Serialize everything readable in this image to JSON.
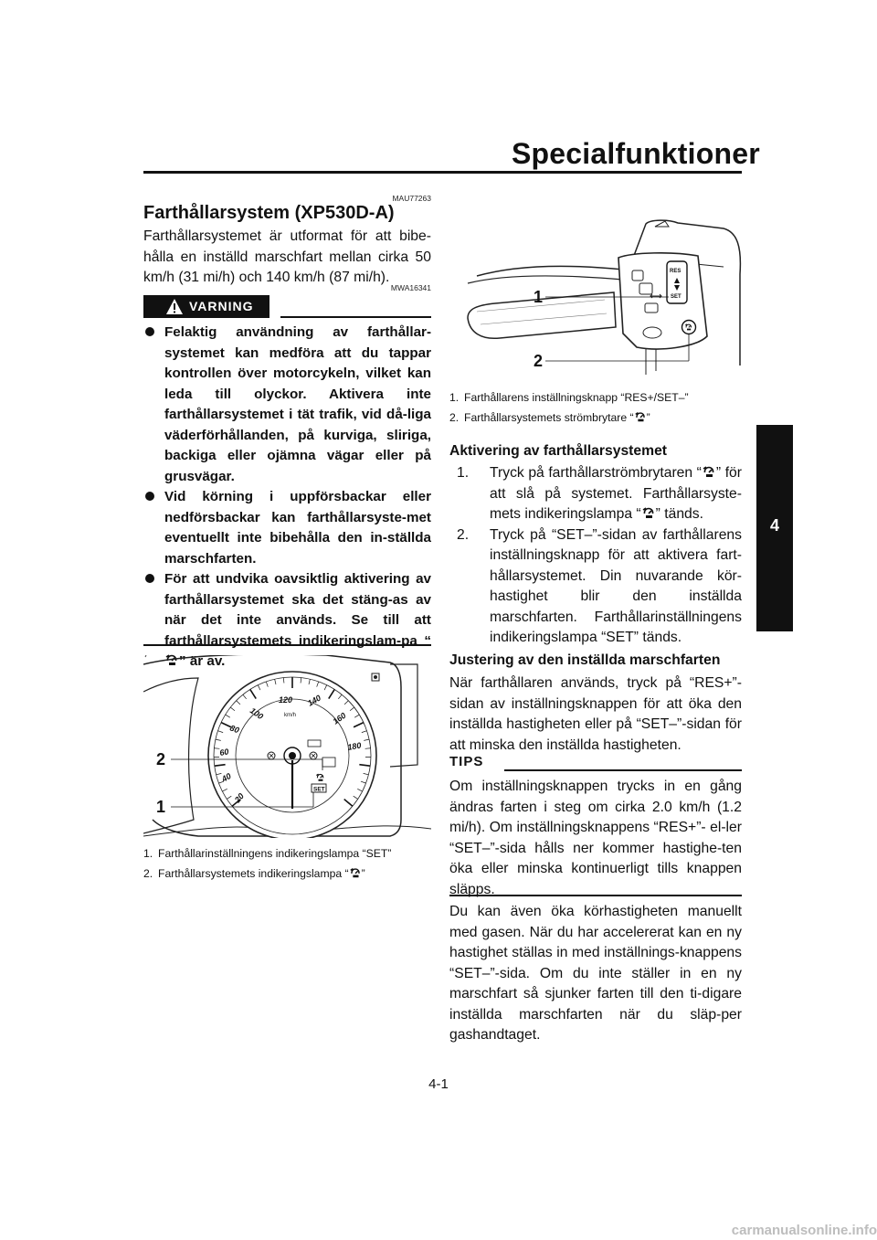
{
  "header": {
    "title": "Specialfunktioner",
    "chapter_tab": "4"
  },
  "section": {
    "code": "MAU77263",
    "title": "Farthållarsystem (XP530D-A)",
    "intro": "Farthållarsystemet är utformat för att bibe-hålla en inställd marschfart mellan cirka 50 km/h (31 mi/h) och 140 km/h (87 mi/h)."
  },
  "warning": {
    "code": "MWA16341",
    "label": "VARNING",
    "items": [
      "Felaktig användning av farthållar-systemet kan medföra att du tappar kontrollen över motorcykeln, vilket kan leda till olyckor. Aktivera inte farthållarsystemet i tät trafik, vid då-liga väderförhållanden, på kurviga, sliriga, backiga eller ojämna vägar eller på grusvägar.",
      "Vid körning i uppförsbackar eller nedförsbackar kan farthållarsyste-met eventuellt inte bibehålla den in-ställda marschfarten."
    ],
    "item3_before": "För att undvika oavsiktlig aktivering av farthållarsystemet ska det stäng-as av när det inte används. Se till att farthållarsystemets indikeringslam-pa “",
    "item3_after": "” är av."
  },
  "figure1": {
    "callouts": [
      "2",
      "1"
    ],
    "gauge_unit": "km/h",
    "gauge_ticks": [
      "20",
      "40",
      "60",
      "80",
      "100",
      "120",
      "140",
      "160",
      "180"
    ],
    "indicator_set": "SET",
    "captions": [
      {
        "num": "1.",
        "text": "Farthållarinställningens indikeringslampa “SET”"
      },
      {
        "num": "2.",
        "text_before": "Farthållarsystemets indikeringslampa “",
        "text_after": "”"
      }
    ]
  },
  "figure2": {
    "callouts": [
      "1",
      "2"
    ],
    "switch_labels": [
      "RES",
      "SET"
    ],
    "captions": [
      {
        "num": "1.",
        "text": "Farthållarens inställningsknapp “RES+/SET–”"
      },
      {
        "num": "2.",
        "text_before": "Farthållarsystemets strömbrytare “",
        "text_after": "”"
      }
    ]
  },
  "activation": {
    "title": "Aktivering av farthållarsystemet",
    "steps": [
      {
        "num": "1.",
        "p1": "Tryck på farthållarströmbrytaren “",
        "p2": "” för att slå på systemet. Farthållarsyste-mets indikeringslampa “",
        "p3": "” tänds."
      },
      {
        "num": "2.",
        "text": "Tryck på “SET–”-sidan av farthållarens inställningsknapp för att aktivera fart-hållarsystemet. Din nuvarande kör-hastighet blir den inställda marschfarten. Farthållarinställningens indikeringslampa “SET” tänds."
      }
    ]
  },
  "adjust": {
    "title": "Justering av den inställda marschfarten",
    "body": "När farthållaren används, tryck på “RES+”-sidan av inställningsknappen för att öka den inställda hastigheten eller på “SET–”-sidan för att minska den inställda hastigheten."
  },
  "tips": {
    "label": "TIPS",
    "body": "Om inställningsknappen trycks in en gång ändras farten i steg om cirka 2.0 km/h (1.2 mi/h). Om inställningsknappens “RES+”- el-ler “SET–”-sida hålls ner kommer hastighe-ten öka eller minska kontinuerligt tills knappen släpps."
  },
  "manual": {
    "body": "Du kan även öka körhastigheten manuellt med gasen. När du har accelererat kan en ny hastighet ställas in med inställnings-knappens “SET–”-sida. Om du inte ställer in en ny marschfart så sjunker farten till den ti-digare inställda marschfarten när du släp-per gashandtaget."
  },
  "footer": {
    "page_number": "4-1",
    "watermark": "carmanualsonline.info"
  }
}
